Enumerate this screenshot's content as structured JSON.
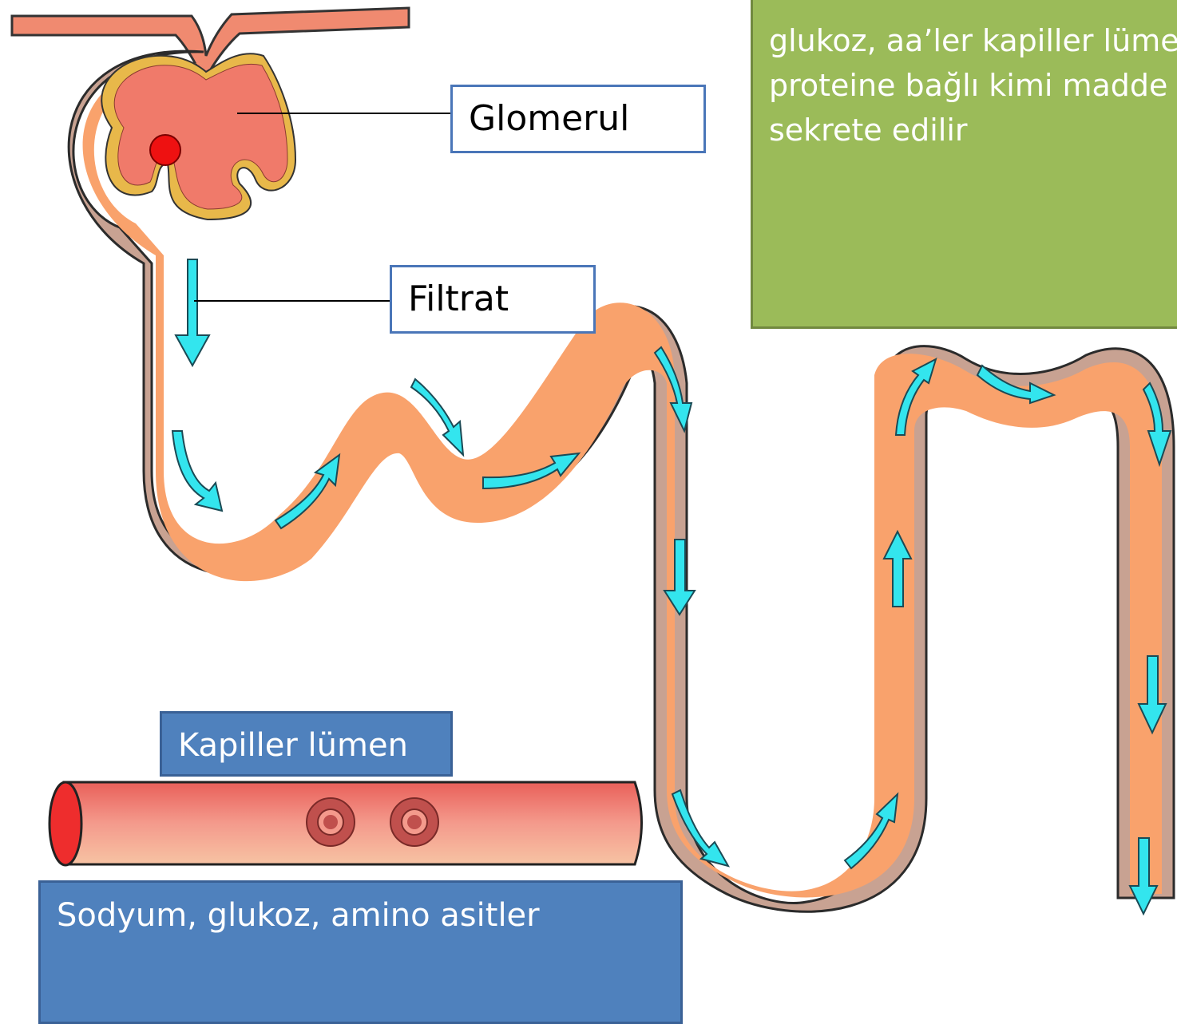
{
  "labels": {
    "glomerul": "Glomerul",
    "filtrat": "Filtrat",
    "kapiller_lumen": "Kapiller lümen",
    "absorbed": "Sodyum, glukoz, amino asitler"
  },
  "note": {
    "lines": [
      "glukoz, aa’ler kapiller lümen",
      "proteine bağlı kimi madde",
      "sekrete edilir"
    ]
  },
  "colors": {
    "tubule_fill": "#f9a26c",
    "tubule_wall": "#c8a292",
    "tubule_outline": "#2b2b2b",
    "glomerulus_fill": "#f07a6a",
    "glomerulus_edge": "#e8b84a",
    "flow_arrow": "#33e5ee",
    "capillary_fill": "#f08a80",
    "capillary_end": "#ee2d2d",
    "red_cell": "#c0504d",
    "note_green": "#9bbb59",
    "label_blue": "#4f81bd",
    "label_border": "#4a76b8"
  }
}
